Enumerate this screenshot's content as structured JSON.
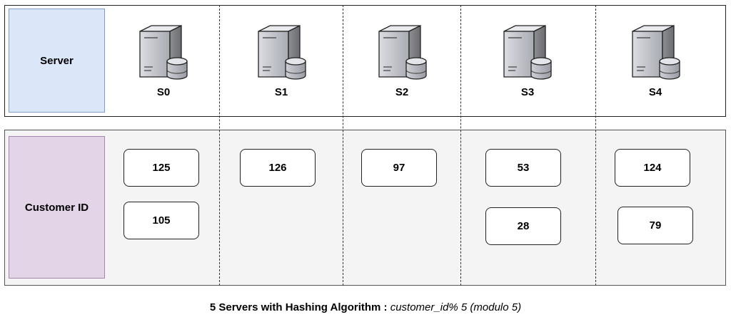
{
  "server_label": "Server",
  "customer_label": "Customer ID",
  "servers": [
    {
      "name": "S0",
      "icon": "server-database-icon",
      "ids": [
        "125",
        "105"
      ]
    },
    {
      "name": "S1",
      "icon": "server-database-icon",
      "ids": [
        "126"
      ]
    },
    {
      "name": "S2",
      "icon": "server-database-icon",
      "ids": [
        "97"
      ]
    },
    {
      "name": "S3",
      "icon": "server-database-icon",
      "ids": [
        "53",
        "28"
      ]
    },
    {
      "name": "S4",
      "icon": "server-database-icon",
      "ids": [
        "124",
        "79"
      ]
    }
  ],
  "caption": {
    "bold": "5 Servers with Hashing Algorithm :",
    "italic": "customer_id% 5 (modulo 5)"
  },
  "colors": {
    "server_label_fill": "#dbe7f8",
    "customer_label_fill": "#e3d4e8",
    "customer_panel_fill": "#f4f4f4"
  }
}
